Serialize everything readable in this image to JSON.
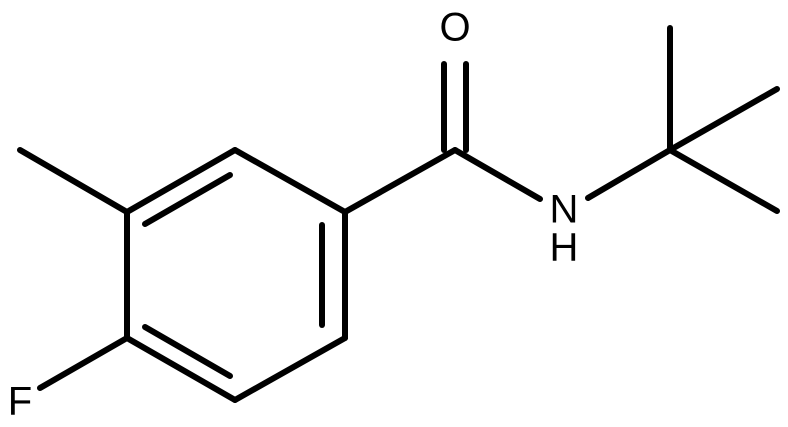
{
  "molecule": {
    "atoms": {
      "oxygen": "O",
      "nitrogen": "N",
      "hydrogen": "H",
      "fluorine": "F"
    }
  }
}
